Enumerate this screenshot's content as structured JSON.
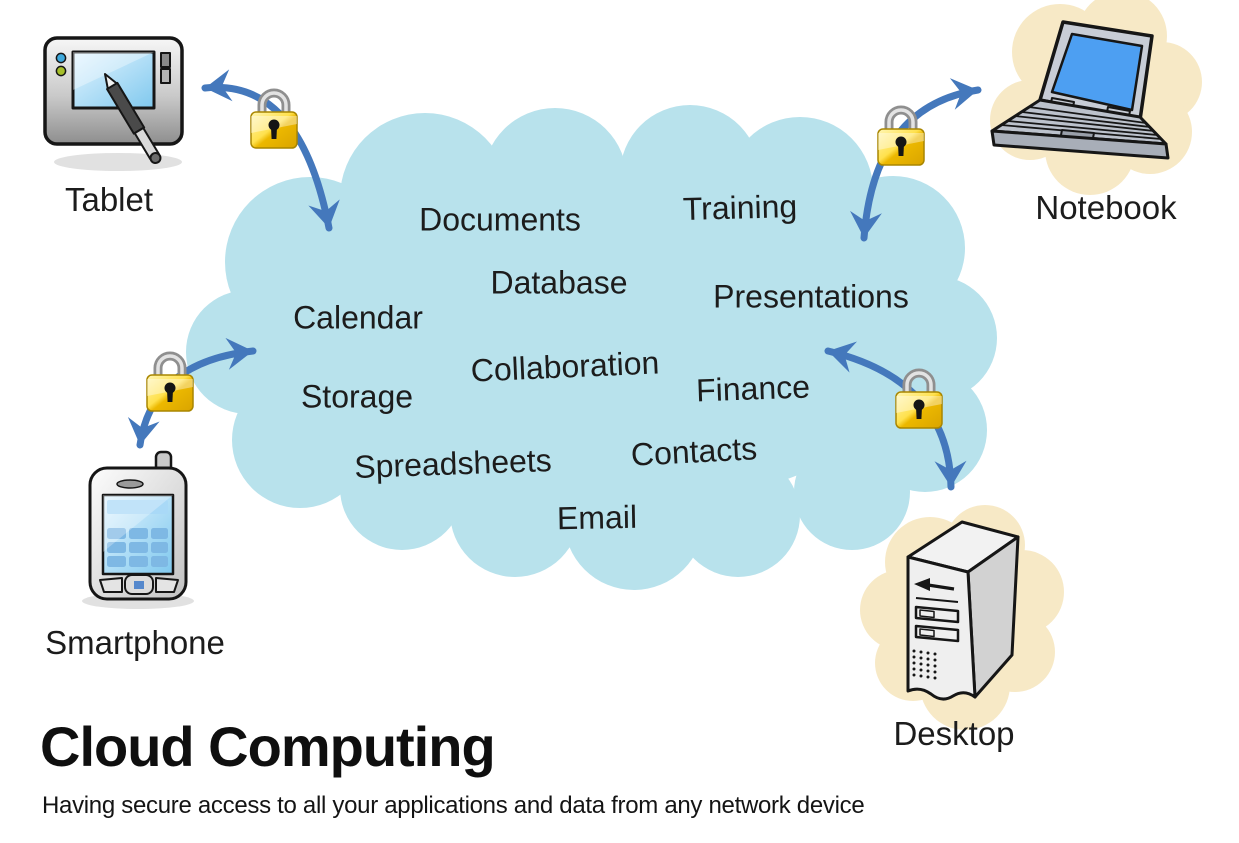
{
  "title": "Cloud Computing",
  "subtitle": "Having secure access to all your applications and data from any network device",
  "cloud": {
    "services": [
      "Documents",
      "Training",
      "Database",
      "Presentations",
      "Calendar",
      "Collaboration",
      "Finance",
      "Storage",
      "Spreadsheets",
      "Contacts",
      "Email"
    ]
  },
  "devices": {
    "tablet": {
      "label": "Tablet"
    },
    "notebook": {
      "label": "Notebook"
    },
    "smartphone": {
      "label": "Smartphone"
    },
    "desktop": {
      "label": "Desktop"
    }
  },
  "icons": {
    "padlock": "gold-padlock-icon",
    "connection": "curved-double-arrow-icon",
    "tablet": "graphics-tablet-icon",
    "notebook": "laptop-icon",
    "smartphone": "pda-phone-icon",
    "desktop": "tower-pc-icon"
  },
  "colors": {
    "cloud": "#B8E2EC",
    "arrow": "#4478BC",
    "blob": "#F7E9C6",
    "lock-gold": "#FFD83B",
    "text": "#1C1C1C"
  }
}
